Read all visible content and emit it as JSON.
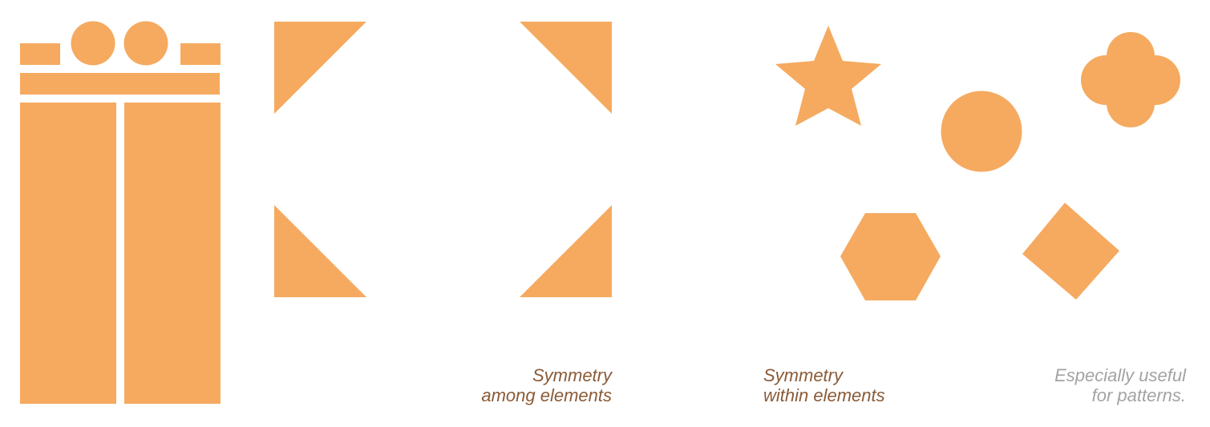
{
  "colors": {
    "shape_fill": "#F5AA60",
    "caption_brown": "#8A5A36",
    "caption_gray": "#A3A3A3"
  },
  "captions": {
    "among": {
      "line1": "Symmetry",
      "line2": "among elements"
    },
    "within": {
      "line1": "Symmetry",
      "line2": "within elements"
    },
    "patterns": {
      "line1": "Especially useful",
      "line2": "for patterns."
    }
  }
}
